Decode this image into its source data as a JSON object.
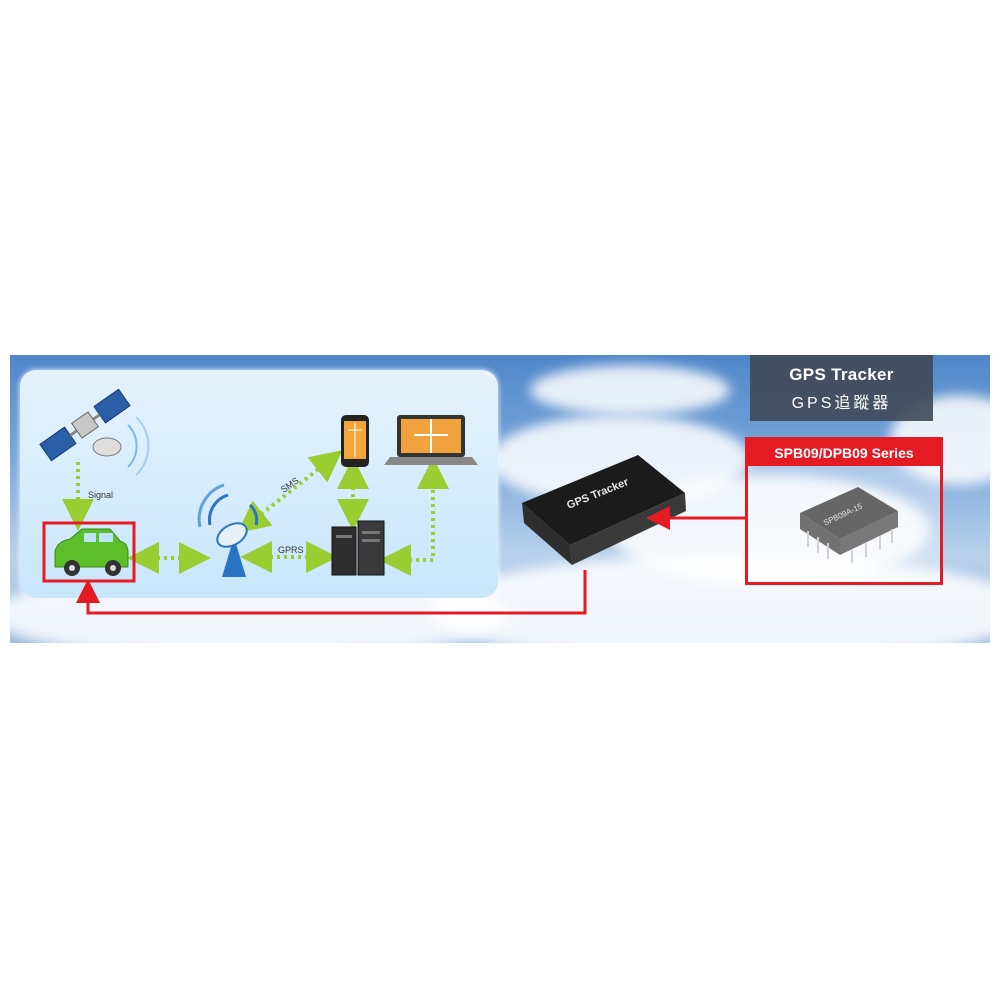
{
  "header": {
    "title_en": "GPS Tracker",
    "title_zh": "GPS追蹤器"
  },
  "product": {
    "series_label": "SPB09/DPB09 Series",
    "module_text": "SPB09A-15",
    "tracker_text": "GPS Tracker"
  },
  "diagram": {
    "signal_label": "Signal",
    "sms_label": "SMS",
    "gprs_label": "GPRS"
  },
  "colors": {
    "accent_red": "#e51b24",
    "link_green": "#9acd32",
    "car_green": "#5cbf2a"
  }
}
